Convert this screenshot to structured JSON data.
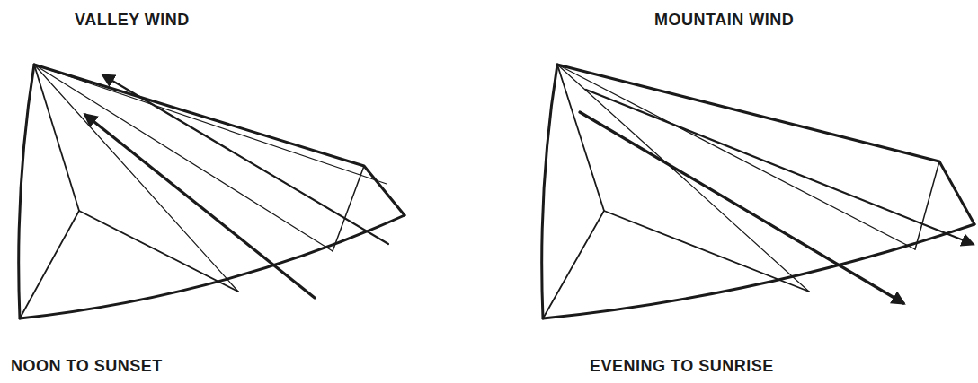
{
  "diagram": {
    "labels": [
      "VALLEY WIND",
      "MOUNTAIN WIND",
      "NOON TO SUNSET",
      "EVENING TO SUNRISE"
    ]
  }
}
